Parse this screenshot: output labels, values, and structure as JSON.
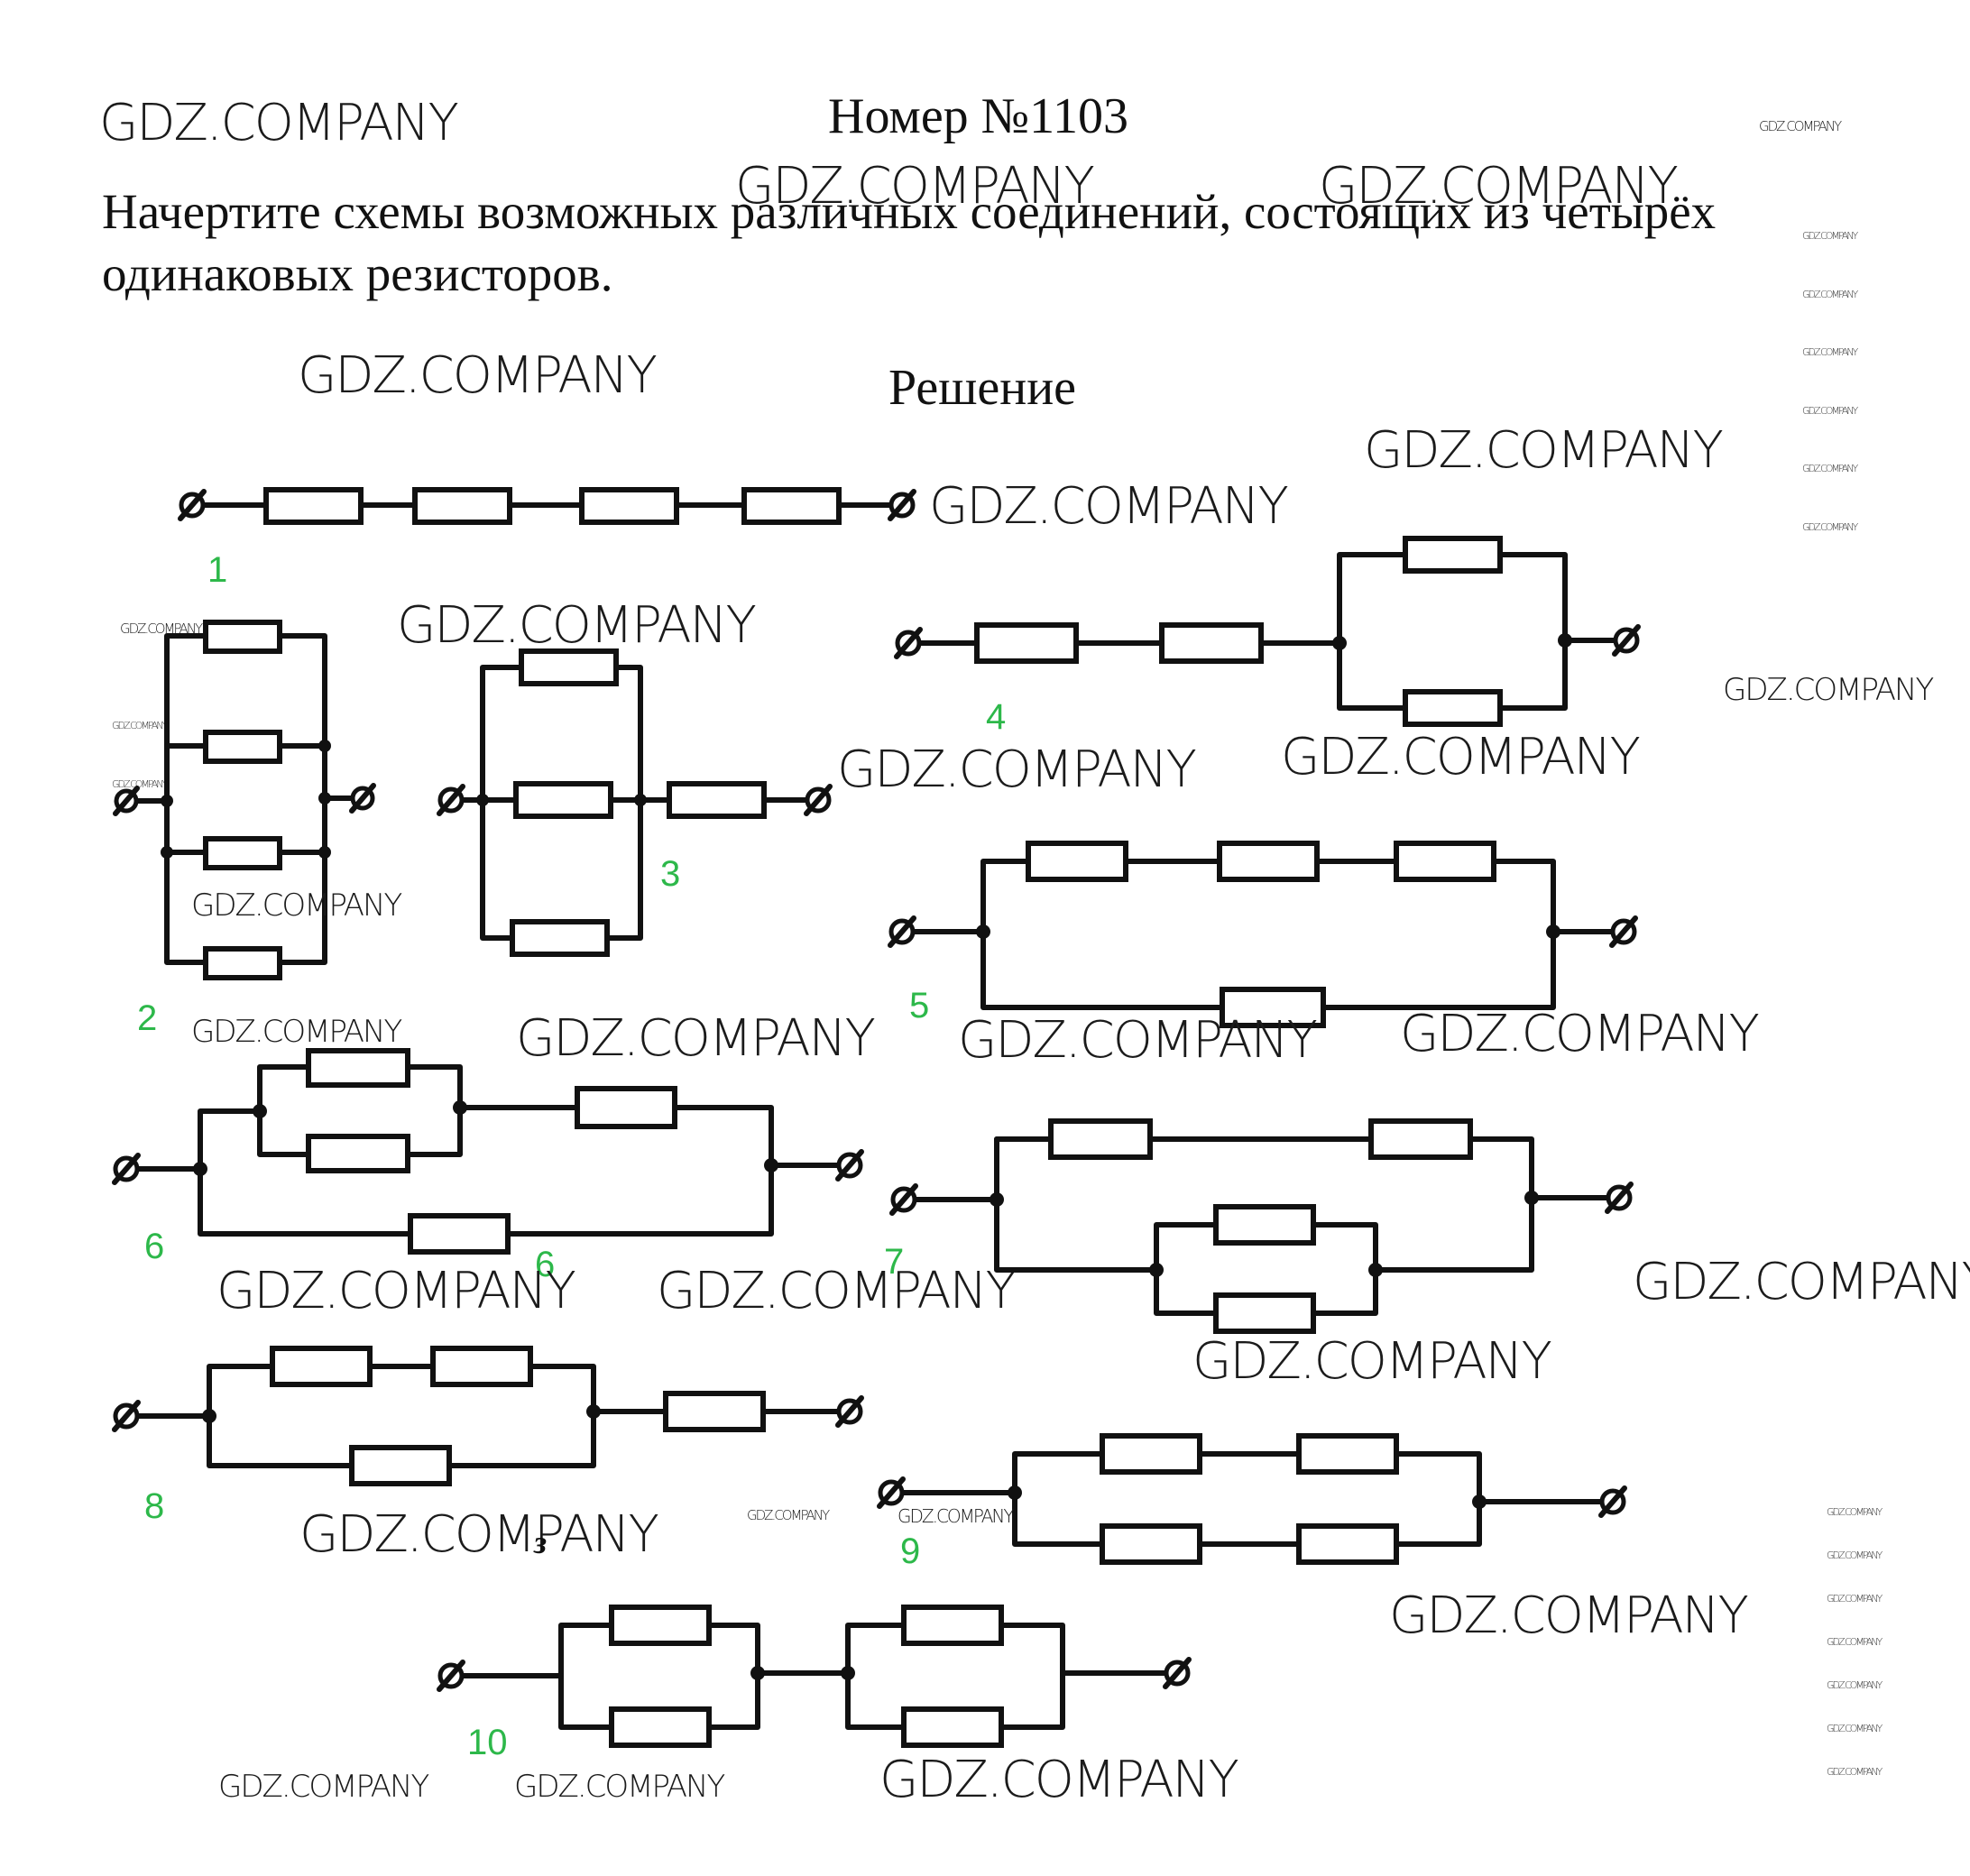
{
  "header": {
    "title": "Номер №1103",
    "task_text_line1": "Начертите схемы возможных различных соединений, состоящих из четырёх",
    "task_text_line2": "одинаковых резисторов.",
    "solution_label": "Решение"
  },
  "watermark": "GDZ.COMPANY",
  "diagrams": [
    {
      "number": "1",
      "description": "series"
    },
    {
      "number": "2",
      "description": "parallel"
    },
    {
      "number": "3",
      "description": "three parallel + one series"
    },
    {
      "number": "4",
      "description": "two series + two parallel"
    },
    {
      "number": "5",
      "description": "three series parallel to one"
    },
    {
      "number": "6",
      "description": "mixed"
    },
    {
      "number": "7",
      "description": "mixed"
    },
    {
      "number": "8",
      "description": "mixed"
    },
    {
      "number": "9",
      "description": "two series branches in parallel"
    },
    {
      "number": "10",
      "description": "two parallel pairs in series"
    }
  ],
  "extra_label_6": "6",
  "extra_label_3": "з"
}
